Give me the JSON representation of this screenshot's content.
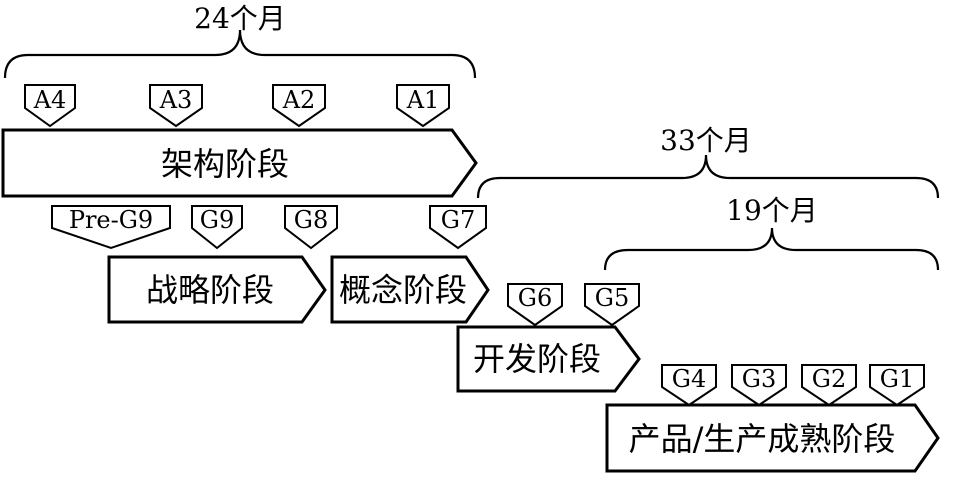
{
  "durations": {
    "d24": "24个月",
    "d33": "33个月",
    "d19": "19个月"
  },
  "phases": {
    "architecture": "架构阶段",
    "strategy": "战略阶段",
    "concept": "概念阶段",
    "development": "开发阶段",
    "production": "产品/生产成熟阶段"
  },
  "gates": {
    "A4": "A4",
    "A3": "A3",
    "A2": "A2",
    "A1": "A1",
    "PreG9": "Pre-G9",
    "G9": "G9",
    "G8": "G8",
    "G7": "G7",
    "G6": "G6",
    "G5": "G5",
    "G4": "G4",
    "G3": "G3",
    "G2": "G2",
    "G1": "G1"
  }
}
